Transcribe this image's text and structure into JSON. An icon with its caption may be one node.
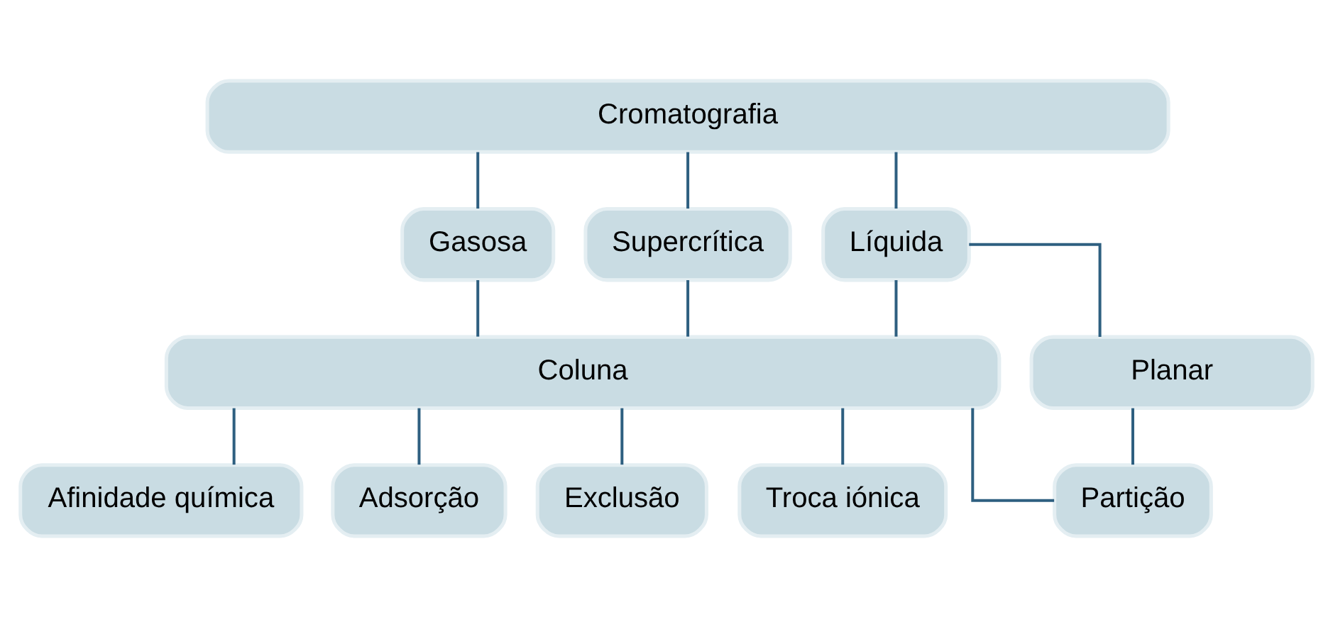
{
  "diagram": {
    "nodes": [
      {
        "text": [
          "Cromatografia"
        ]
      },
      {
        "text": [
          "Gasosa"
        ]
      },
      {
        "text": [
          "Supercrítica"
        ]
      },
      {
        "text": [
          "Líquida"
        ]
      },
      {
        "text": [
          "Coluna"
        ]
      },
      {
        "text": [
          "Planar"
        ]
      },
      {
        "text": [
          "Afinidade química"
        ]
      },
      {
        "text": [
          "Adsorção"
        ]
      },
      {
        "text": [
          "Exclusão"
        ]
      },
      {
        "text": [
          "Troca iónica"
        ]
      },
      {
        "text": [
          "Partição"
        ]
      }
    ],
    "edges": [
      {
        "from": 0,
        "to": 1,
        "arrow": "none"
      },
      {
        "from": 0,
        "to": 2,
        "arrow": "none"
      },
      {
        "from": 0,
        "to": 3,
        "arrow": "none"
      },
      {
        "from": 1,
        "to": 4,
        "arrow": "none"
      },
      {
        "from": 2,
        "to": 4,
        "arrow": "none"
      },
      {
        "from": 3,
        "to": 4,
        "arrow": "none"
      },
      {
        "from": 3,
        "to": 5,
        "arrow": "none"
      },
      {
        "from": 4,
        "to": 6,
        "arrow": "none"
      },
      {
        "from": 4,
        "to": 7,
        "arrow": "none"
      },
      {
        "from": 4,
        "to": 8,
        "arrow": "none"
      },
      {
        "from": 4,
        "to": 9,
        "arrow": "none"
      },
      {
        "from": 4,
        "to": 10,
        "arrow": "none"
      },
      {
        "from": 5,
        "to": 10,
        "arrow": "none"
      }
    ]
  }
}
